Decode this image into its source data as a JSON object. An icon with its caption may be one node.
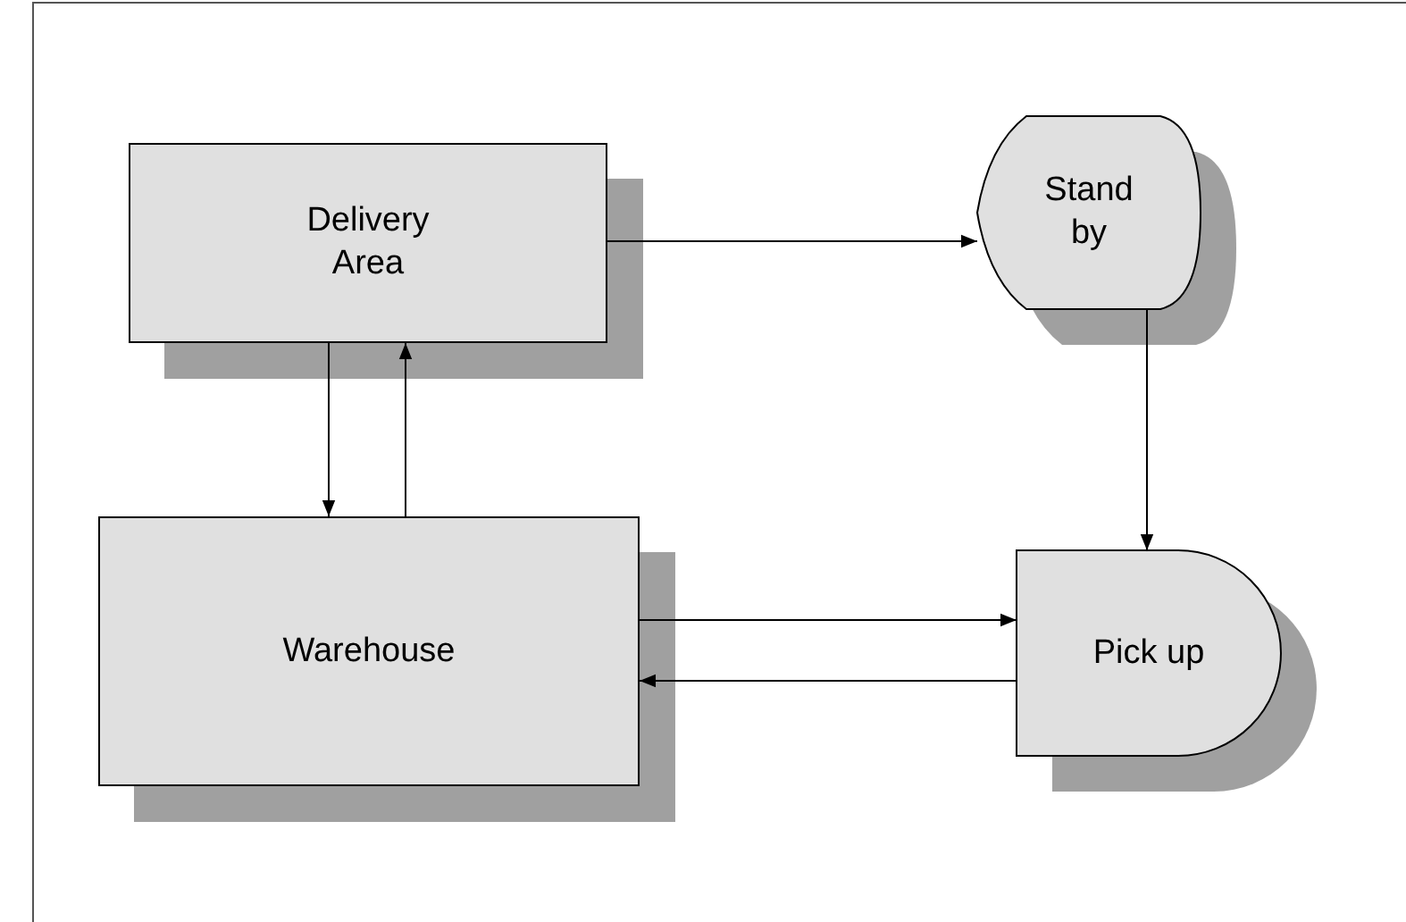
{
  "diagram": {
    "nodes": [
      {
        "text": [
          "Delivery Area"
        ]
      },
      {
        "text": [
          "Stand by"
        ]
      },
      {
        "text": [
          "Warehouse"
        ]
      },
      {
        "text": [
          "Pick up"
        ]
      }
    ],
    "edges": [
      {
        "from": 0,
        "to": 1,
        "arrow": "to"
      },
      {
        "from": 0,
        "to": 2,
        "arrow": "to"
      },
      {
        "from": 2,
        "to": 0,
        "arrow": "to"
      },
      {
        "from": 1,
        "to": 3,
        "arrow": "to"
      },
      {
        "from": 2,
        "to": 3,
        "arrow": "to"
      },
      {
        "from": 3,
        "to": 2,
        "arrow": "to"
      }
    ]
  }
}
